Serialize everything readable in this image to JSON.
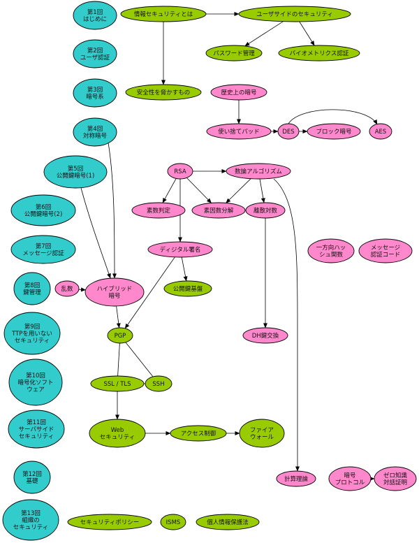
{
  "colors": {
    "lecture": "#33cccc",
    "topic_green": "#99cc00",
    "topic_pink": "#ff88cc",
    "edge": "#000000"
  },
  "lectures": [
    {
      "id": "l1",
      "lines": [
        "第1回",
        "はじめに"
      ]
    },
    {
      "id": "l2",
      "lines": [
        "第2回",
        "ユーザ認証"
      ]
    },
    {
      "id": "l3",
      "lines": [
        "第3回",
        "暗号系"
      ]
    },
    {
      "id": "l4",
      "lines": [
        "第4回",
        "対称暗号"
      ]
    },
    {
      "id": "l5",
      "lines": [
        "第5回",
        "公開鍵暗号(1)"
      ]
    },
    {
      "id": "l6",
      "lines": [
        "第6回",
        "公開鍵暗号(2)"
      ]
    },
    {
      "id": "l7",
      "lines": [
        "第7回",
        "メッセージ認証"
      ]
    },
    {
      "id": "l8",
      "lines": [
        "第8回",
        "鍵管理"
      ]
    },
    {
      "id": "l9",
      "lines": [
        "第9回",
        "TTPを用いない",
        "セキュリティ"
      ]
    },
    {
      "id": "l10",
      "lines": [
        "第10回",
        "暗号化ソフト",
        "ウェア"
      ]
    },
    {
      "id": "l11",
      "lines": [
        "第11回",
        "サーバサイド",
        "セキュリティ"
      ]
    },
    {
      "id": "l12",
      "lines": [
        "第12回",
        "基礎"
      ]
    },
    {
      "id": "l13",
      "lines": [
        "第13回",
        "組織の",
        "セキュリティ"
      ]
    }
  ],
  "topics": [
    {
      "id": "intro",
      "color": "green",
      "lines": [
        "情報セキュリティとは"
      ]
    },
    {
      "id": "userside",
      "color": "green",
      "lines": [
        "ユーザサイドのセキュリティ"
      ]
    },
    {
      "id": "password",
      "color": "green",
      "lines": [
        "パスワード管理"
      ]
    },
    {
      "id": "biometrics",
      "color": "green",
      "lines": [
        "バイオメトリクス認証"
      ]
    },
    {
      "id": "threats",
      "color": "green",
      "lines": [
        "安全性を脅かすもの"
      ]
    },
    {
      "id": "history",
      "color": "pink",
      "lines": [
        "歴史上の暗号"
      ]
    },
    {
      "id": "otp",
      "color": "pink",
      "lines": [
        "使い捨てパッド"
      ]
    },
    {
      "id": "des",
      "color": "pink",
      "lines": [
        "DES"
      ]
    },
    {
      "id": "block",
      "color": "pink",
      "lines": [
        "ブロック暗号"
      ]
    },
    {
      "id": "aes",
      "color": "pink",
      "lines": [
        "AES"
      ]
    },
    {
      "id": "rsa",
      "color": "pink",
      "lines": [
        "RSA"
      ]
    },
    {
      "id": "numalg",
      "color": "pink",
      "lines": [
        "数論アルゴリズム"
      ]
    },
    {
      "id": "primality",
      "color": "pink",
      "lines": [
        "素数判定"
      ]
    },
    {
      "id": "factor",
      "color": "pink",
      "lines": [
        "素因数分解"
      ]
    },
    {
      "id": "dlog",
      "color": "pink",
      "lines": [
        "離散対数"
      ]
    },
    {
      "id": "dsig",
      "color": "pink",
      "lines": [
        "ディジタル署名"
      ]
    },
    {
      "id": "hash",
      "color": "pink",
      "lines": [
        "一方向ハッ",
        "シュ関数"
      ]
    },
    {
      "id": "mac",
      "color": "pink",
      "lines": [
        "メッセージ",
        "認証コード"
      ]
    },
    {
      "id": "random",
      "color": "pink",
      "lines": [
        "乱数"
      ]
    },
    {
      "id": "hybrid",
      "color": "pink",
      "lines": [
        "ハイブリッド",
        "暗号"
      ]
    },
    {
      "id": "pki",
      "color": "green",
      "lines": [
        "公開鍵基盤"
      ]
    },
    {
      "id": "pgp",
      "color": "green",
      "lines": [
        "PGP"
      ]
    },
    {
      "id": "dh",
      "color": "pink",
      "lines": [
        "DH鍵交換"
      ]
    },
    {
      "id": "ssl",
      "color": "green",
      "lines": [
        "SSL / TLS"
      ]
    },
    {
      "id": "ssh",
      "color": "green",
      "lines": [
        "SSH"
      ]
    },
    {
      "id": "web",
      "color": "green",
      "lines": [
        "Web",
        "セキュリティ"
      ]
    },
    {
      "id": "access",
      "color": "green",
      "lines": [
        "アクセス制御"
      ]
    },
    {
      "id": "firewall",
      "color": "green",
      "lines": [
        "ファイア",
        "ウォール"
      ]
    },
    {
      "id": "complexity",
      "color": "pink",
      "lines": [
        "計算理論"
      ]
    },
    {
      "id": "protocol",
      "color": "pink",
      "lines": [
        "暗号",
        "プロトコル"
      ]
    },
    {
      "id": "zkp",
      "color": "pink",
      "lines": [
        "ゼロ知識",
        "対話証明"
      ]
    },
    {
      "id": "policy",
      "color": "green",
      "lines": [
        "セキュリティポリシー"
      ]
    },
    {
      "id": "isms",
      "color": "green",
      "lines": [
        "ISMS"
      ]
    },
    {
      "id": "privacy",
      "color": "green",
      "lines": [
        "個人情報保護法"
      ]
    }
  ],
  "edges": [
    {
      "from": "intro",
      "to": "userside",
      "arrow": true
    },
    {
      "from": "intro",
      "to": "threats",
      "arrow": true
    },
    {
      "from": "userside",
      "to": "password",
      "arrow": true
    },
    {
      "from": "userside",
      "to": "biometrics",
      "arrow": true
    },
    {
      "from": "history",
      "to": "otp",
      "arrow": true
    },
    {
      "from": "otp",
      "to": "des",
      "arrow": true
    },
    {
      "from": "des",
      "to": "block",
      "arrow": true
    },
    {
      "from": "des",
      "to": "aes",
      "arrow": true
    },
    {
      "from": "rsa",
      "to": "numalg",
      "arrow": true
    },
    {
      "from": "rsa",
      "to": "primality",
      "arrow": true
    },
    {
      "from": "rsa",
      "to": "factor",
      "arrow": true
    },
    {
      "from": "rsa",
      "to": "dsig",
      "arrow": true
    },
    {
      "from": "numalg",
      "to": "factor",
      "arrow": true
    },
    {
      "from": "numalg",
      "to": "dlog",
      "arrow": true
    },
    {
      "from": "numalg",
      "to": "complexity",
      "arrow": true
    },
    {
      "from": "dlog",
      "to": "dh",
      "arrow": true
    },
    {
      "from": "dsig",
      "to": "pki",
      "arrow": true
    },
    {
      "from": "dsig",
      "to": "pgp",
      "arrow": true
    },
    {
      "from": "l4",
      "to": "hybrid",
      "arrow": true
    },
    {
      "from": "l5",
      "to": "hybrid",
      "arrow": true
    },
    {
      "from": "random",
      "to": "hybrid",
      "arrow": true
    },
    {
      "from": "hybrid",
      "to": "pgp",
      "arrow": true
    },
    {
      "from": "pgp",
      "to": "ssl",
      "arrow": false
    },
    {
      "from": "pgp",
      "to": "ssh",
      "arrow": false
    },
    {
      "from": "ssl",
      "to": "ssh",
      "arrow": false
    },
    {
      "from": "ssl",
      "to": "web",
      "arrow": true
    },
    {
      "from": "web",
      "to": "access",
      "arrow": true
    },
    {
      "from": "access",
      "to": "firewall",
      "arrow": true
    },
    {
      "from": "protocol",
      "to": "zkp",
      "arrow": true
    }
  ]
}
